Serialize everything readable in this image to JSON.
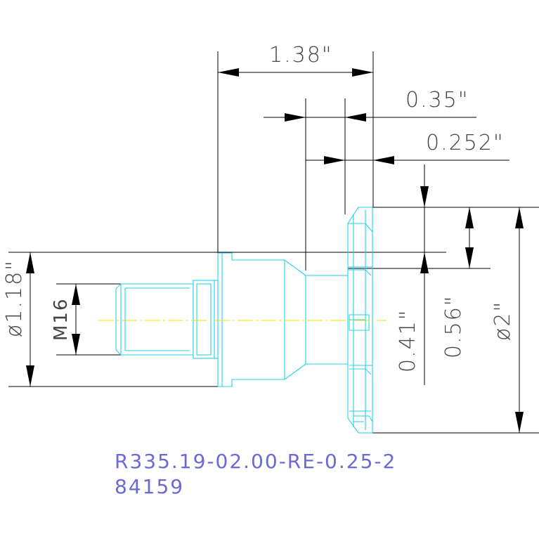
{
  "dimensions": {
    "overall_length": "1.38\"",
    "cutter_width": "0.35\"",
    "offset": "0.252\"",
    "shank_diameter": "ø1.18\"",
    "thread": "M16",
    "depth_small": "0.41\"",
    "depth_large": "0.56\"",
    "cutter_diameter": "ø2\""
  },
  "part": {
    "code": "R335.19-02.00-RE-0.25-2",
    "number": "84159"
  },
  "colors": {
    "outline": "#22d3e6",
    "centerline": "#e6e600",
    "dimension_lines": "#000000",
    "caption": "#6a6ad6"
  }
}
